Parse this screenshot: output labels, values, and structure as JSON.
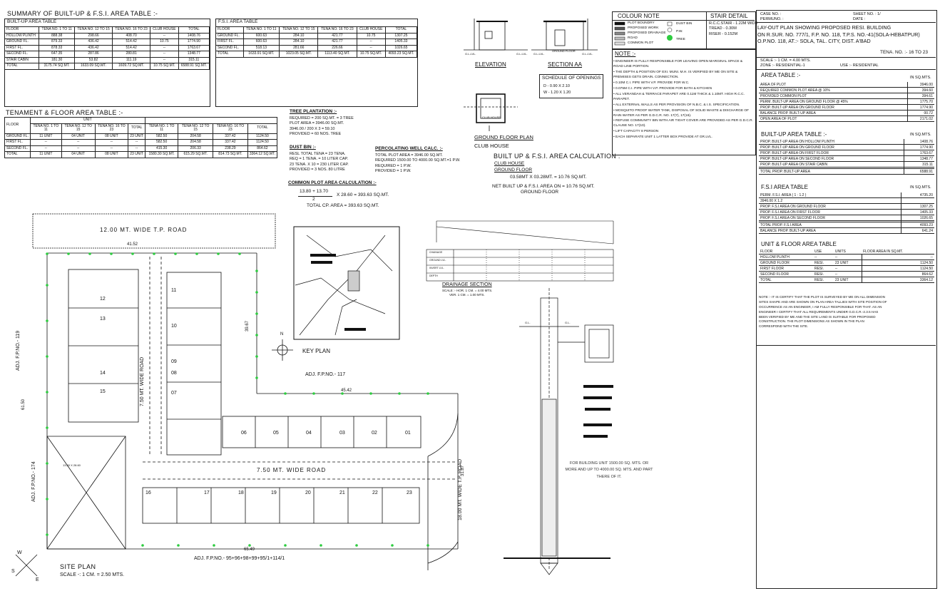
{
  "summary": {
    "title": "SUMMARY OF BUILT-UP & F.S.I. AREA TABLE :-",
    "builtup_title": "BUILT-UP AREA TABLE",
    "fsi_title": "F.S.I. AREA TABLE",
    "builtup_headers": [
      "FLOOR",
      "TENA NO. 1 TO 11",
      "TENA NO. 12 TO 15",
      "TENA NO. 16 TO 23",
      "CLUB HOUSE",
      "TOTAL"
    ],
    "builtup_rows": [
      [
        "HOLLOW PLINTH",
        "888.38",
        "298.66",
        "408.70",
        "--",
        "1408.76"
      ],
      [
        "GROUND FL.",
        "879.33",
        "436.42",
        "514.42",
        "10.75",
        "1774.90"
      ],
      [
        "FIRST FL.",
        "878.33",
        "436.42",
        "514.42",
        "--",
        "1763.67"
      ],
      [
        "SECOND FL.",
        "647.35",
        "287.86",
        "280.81",
        "--",
        "1348.77"
      ],
      [
        "STAIR CABIN",
        "181.30",
        "53.82",
        "111.19",
        "--",
        "315.11"
      ],
      [
        "TOTAL",
        "3175.74 SQ.MT.",
        "1633.09 SQ.MT.",
        "1609.72 SQ.MT.",
        "10.75 SQ.MT.",
        "6588.91 SQ.MT."
      ]
    ],
    "fsi_headers": [
      "FLOOR",
      "TENA NO. 1 TO 11",
      "TENA NO. 12 TO 15",
      "TENA NO. 16 TO 23",
      "CLUB HOUSE",
      "TOTAL"
    ],
    "fsi_rows": [
      [
        "GROUND FL.",
        "600.63",
        "284.10",
        "421.77",
        "10.75",
        "1307.25"
      ],
      [
        "FIRST FL.",
        "600.63",
        "284.10",
        "421.77",
        "--",
        "1405.33"
      ],
      [
        "SECOND FL.",
        "518.13",
        "281.66",
        "226.66",
        "--",
        "1026.65"
      ],
      [
        "TOTAL",
        "1633.91 SQ.MT.",
        "1023.05 SQ.MT.",
        "1113.40 SQ.MT.",
        "10.75 SQ.MT.",
        "4093.23 SQ.MT."
      ]
    ]
  },
  "tenement": {
    "title": "TENAMENT & FLOOR AREA TABLE :-",
    "unit_label": "UNIT",
    "headers": [
      "FLOOR",
      "TENA NO. 1 TO 11",
      "TENA NO. 12 TO 15",
      "TENA NO. 16 TO 23",
      "TOTAL",
      "TENA NO. 1 TO 11",
      "TENA NO. 12 TO 15",
      "TENA NO. 16 TO 23",
      "TOTAL"
    ],
    "rows": [
      [
        "GROUND FL.",
        "11 UNIT",
        "04 UNIT",
        "08 UNIT",
        "23 UNIT",
        "582.50",
        "204.58",
        "337.42",
        "1124.50"
      ],
      [
        "FIRST FL.",
        "--",
        "--",
        "--",
        "--",
        "582.50",
        "204.58",
        "337.42",
        "1124.50"
      ],
      [
        "SECOND FL.",
        "--",
        "--",
        "--",
        "--",
        "415.30",
        "206.33",
        "238.29",
        "864.62"
      ],
      [
        "TOTAL",
        "11 UNIT",
        "04 UNIT",
        "08 UNIT",
        "23 UNIT",
        "1580.30 SQ.MT.",
        "615.29 SQ.MT.",
        "814.73 SQ.MT.",
        "3364.12 SQ.MT."
      ]
    ]
  },
  "tree": {
    "title": "TREE PLANTATION :-",
    "lines": [
      "REQUIRED = 200 SQ.MT. = 3 TREE",
      "PLOT AREA = 3946.00 SQ.MT.",
      "3946.00 / 200 X 3 = 59.10",
      "PROVIDED = 60 NOS. TREE"
    ]
  },
  "dustbin": {
    "title": "DUST BIN :-",
    "lines": [
      "RESL TOTAL TENA = 23 TENA.",
      "REQ = 1 TENA. = 10 LITER CAP.",
      "23 TENA. X 10 = 230 LITER CAP.",
      "PROVIDED = 3 NOS. 80 LITRE"
    ]
  },
  "perc": {
    "title": "PERCOLATING WELL CALC. :-",
    "lines": [
      "TOTAL PLOT AREA = 3946.00 SQ.MT.",
      "REQUIRED 1500.00 TO 4000.00 SQ.MT.=1 P.W.",
      "REQUIRED = 1 P.W.",
      "PROVIDED = 1 P.W."
    ]
  },
  "common": {
    "title": "COMMON PLOT AREA CALCULATION :-",
    "formula_top": "13.80 + 13.70",
    "formula_bottom": "2",
    "formula_rest": "X 28.60 = 393.63 SQ.MT.",
    "total": "TOTAL CP. AREA = 393.63 SQ.MT."
  },
  "calc": {
    "title": "BUILT UP & F.S.I. AREA CALCULATION :",
    "club": "CLUB HOUSE",
    "ground": "GROUND FLOOR",
    "line1": "03.58MT X 03.28MT. = 10.76 SQ.MT.",
    "line2": "NET BUILT UP & F.S.I. AREA ON = 10.76 SQ.MT.",
    "line3": "GROUND FLOOR"
  },
  "elevation": {
    "elevation": "ELEVATION",
    "section": "SECTION AA",
    "gfp": "GROUND FLOOR PLAN",
    "club": "CLUB HOUSE",
    "gl": "G.L.LVL.",
    "club_inner": "CLUB HOUSE",
    "gf_small": "GROUND FLOOR"
  },
  "openings": {
    "title": "SCHEDULE OF OPENINGS",
    "d": "D - 0.90 X 2.10",
    "w": "W - 1.20 X 1.20"
  },
  "colour_note": {
    "title": "COLOUR NOTE",
    "items": [
      "PLOT BOUNDRY",
      "PROPOSED WORK",
      "PROPOSED DRAINAGE",
      "ROAD",
      "COMMON PLOT"
    ],
    "symbols": [
      "DUST BIN",
      "P.W.",
      "TREE"
    ]
  },
  "stair": {
    "title": "STAIR DETAIL",
    "lines": [
      "R.C.C.STAIR - 1.22M WIDE",
      "TREAD - 0.30M",
      "RISER - 0.152M"
    ]
  },
  "notes": {
    "title": "NOTE :-",
    "items": [
      "ENGINEER IS FULLY RESPONSIBLE FOR LEAVING OPEN MARGINAL SPACE & ROAD LINE PORTION.",
      "THE DEPTH & POSITION OF EXI. MUNI. M.H. IS VERIFIED BY ME ON SITE & PREMISES GETS DRAIN. CONNECTION.",
      "0.10M C.I. PIPE WITH V.P. PROVIDE FOR W.C.",
      "0.075M C.I. PIPE WITH V.P. PROVIDE FOR BATH & KITCHEN",
      "ALL VERANDAH & TERRACE PARAPET ARE 0.11M THICK & 1.10MT. HIGH R.C.C. PARAPET.",
      "ALL EXTERNAL WALLS AS PER PROVISION OF N.B.C. & I.S. SPECIFICATION.",
      "MOSQUITO PROOF WATER TANK, DISPOSAL OF SOLID WASTE & DISCHARGE OF RAIN WATER AS PER G.D.C.R. NO. 17(7), 17(16).",
      "REFUSE COMMUNITY BIN WITH AIR TIGHT COVER ARE PROVIDED AS PER G.D.C.R. CLAUSE NO. 17(10).",
      "LIFT CAPACITY 8 PERSON",
      "EACH SEPARATE UNIT 1 LATTER BOX PROVIDE AT GR.LVL."
    ]
  },
  "titleblock": {
    "case": "CASE NO. :",
    "permuno": "PERMUNO. :",
    "sheet": "SHEET NO. : 1/",
    "date": "DATE :",
    "project_lines": [
      "LAY-OUT PLAN SHOWING PROPOSED RESI. BUILDING",
      "ON R.SUR. NO. 777/1, F.P. NO. 118, T.P.S. NO.-41(SOLA-HEBATPUR)",
      "O.P.NO. 118, AT.:- SOLA, TAL. CITY, DIST. A'BAD"
    ],
    "tena": "TENA. NO. :- 16 TO 23",
    "scale": "SCALE :- 1 CM. = 4.00 MTS.",
    "zone": "ZONE :- RESIDENTIAL-1",
    "use": "USE :- RESIDENTIAL"
  },
  "area_table": {
    "title": "AREA TABLE :-",
    "unit": "IN SQ.MTS.",
    "rows": [
      [
        "AREA OF PLOT",
        "3946.00"
      ],
      [
        "REQUIRED COMMON PLOT AREA @ 10%",
        "394.60"
      ],
      [
        "PROVIDED COMMON PLOT",
        "394.61"
      ],
      [
        "PERM. BUILT-UP AREA ON GROUND FLOOR @ 45%",
        "1775.70"
      ],
      [
        "PROP. BUILT-UP AREA ON GROUND FLOOR",
        "1774.90"
      ],
      [
        "BALANCE PROP. BUILT-UP AREA",
        "00.72"
      ],
      [
        "OPEN AREA OF PLOT",
        "2171.02"
      ]
    ]
  },
  "bu_table": {
    "title": "BUILT-UP AREA TABLE :-",
    "unit": "IN SQ.MTS.",
    "rows": [
      [
        "PROP. BUILT-UP AREA ON HOLLOW PLINTH",
        "1408.76"
      ],
      [
        "PROP. BUILT-UP AREA ON GROUND FLOOR",
        "1774.90"
      ],
      [
        "PROP. BUILT-UP AREA ON FIRST FLOOR",
        "1763.67"
      ],
      [
        "PROP. BUILT-UP AREA ON SECOND FLOOR",
        "1348.77"
      ],
      [
        "PROP. BUILT-UP AREA ON STAIR CABIN",
        "315.11"
      ],
      [
        "",
        ""
      ],
      [
        "TOTAL PROP. BUILT-UP AREA",
        "6588.91"
      ]
    ]
  },
  "fsi_table": {
    "title": "F.S.I AREA TABLE",
    "unit": "IN SQ.MTS.",
    "rows": [
      [
        "PERM. F.S.I. AREA ( 1 : 1.2 )",
        "4735.20"
      ],
      [
        "3946.00 X 1.2",
        ""
      ],
      [
        "PROP. F.S.I AREA ON GROUND FLOOR",
        "1307.25"
      ],
      [
        "PROP. F.S.I AREA ON FIRST FLOOR",
        "1405.33"
      ],
      [
        "PROP. F.S.I AREA ON SECOND FLOOR",
        "1026.65"
      ],
      [
        "",
        ""
      ],
      [
        "TOTAL PROP. F.S.I AREA",
        "4093.23"
      ],
      [
        "BALANCE PROP. BUILT-UP AREA",
        "641.24"
      ]
    ]
  },
  "unit_table": {
    "title": "UNIT & FLOOR AREA TABLE",
    "headers": [
      "FLOOR",
      "USE",
      "UNITS",
      "FLOOR AREA IN SQ.MT."
    ],
    "rows": [
      [
        "HOLLOW PLINTH",
        "--",
        "--",
        "--"
      ],
      [
        "GROUND FLOOR",
        "RESI.",
        "23 UNIT",
        "1124.50"
      ],
      [
        "FIRST FLOOR",
        "RESI.",
        "--",
        "1124.50"
      ],
      [
        "SECOND FLOOR",
        "RESI.",
        "--",
        "864.62"
      ],
      [
        "TOTAL",
        "RESI.",
        "23 UNIT",
        "3364.12"
      ]
    ]
  },
  "certificate": "NOTE :- IT IS CERTIFY THAT THE PLOT IS SURVEYED BY ME ON ALL DIMENSION SITES SHAPE AND ARE SHOWN ON PLAN AREA TALLIES WITH SITE POSITION OF OCCURRENCE AS AN ENGINEER, I AM FULLY RESPONSIBLE FOR THAT. AS AN ENGINEER I CERTIFY THAT ALL REQUIREMENTS UNDER G.D.C.R.-2.3.5 HAS BEEN VERIFIED BY ME AND THE SITE LAND IS SUITABLE FOR PROPOSED CONSTRUCTION. THE PLOT DIMENSIONS AS SHOWN IN THE PLAN CORRESPOND WITH THE SITE.",
  "site": {
    "road_top": "12.00 MT. WIDE T.P. ROAD",
    "road_mid": "7.50 MT. WIDE ROAD",
    "road_right": "18.00 MT. WIDE T.P. ROAD",
    "road_vert": "7.50 MT. WIDE ROAD",
    "adj_119": "ADJ. F.P.NO.- 119",
    "adj_174": "ADJ. F.P.NO.- 174",
    "adj_117": "ADJ. F.P.NO.- 117",
    "adj_bottom": "ADJ. F.P.NO.- 95+96+98+99+95/1+114/1",
    "dim_top": "41.52",
    "dim_mid": "45.42",
    "dim_bottom": "65.49",
    "dim_left": "61.50",
    "dim_right": "39.67",
    "dim_right2": "31.87",
    "key_plan": "KEY PLAN",
    "north": "N",
    "site_plan": "SITE PLAN",
    "scale": "SCALE -: 1 CM. = 2.50 MTS.",
    "units_left": [
      "12",
      "13",
      "14",
      "15"
    ],
    "units_mid": [
      "11",
      "10",
      "09",
      "08",
      "07"
    ],
    "units_row": [
      "06",
      "05",
      "04",
      "03",
      "02",
      "01"
    ],
    "units_bottom": [
      "16",
      "17",
      "18",
      "19",
      "20",
      "21",
      "22",
      "23"
    ],
    "cp_note": "13.80 X 28.60",
    "drainage": "DRAINAGE SECTION",
    "drainage_scale1": "SCALE :- HOR. 1 CM. = 4.00 MTS.",
    "drainage_scale2": "VER. 1 CM. = 1.00 MTS.",
    "well_note": "FOR BUILDING UNIT 1500.00 SQ. MTS. OR MORE AND UP TO 4000.00 SQ. MTS. AND PART THERE OF IT.",
    "compass": [
      "W",
      "S",
      "E"
    ],
    "gl": "G.L.",
    "drain_rows": [
      "CHAINAGE",
      "GROUND LVL.",
      "INVERT LVL.",
      "DEPTH"
    ]
  }
}
